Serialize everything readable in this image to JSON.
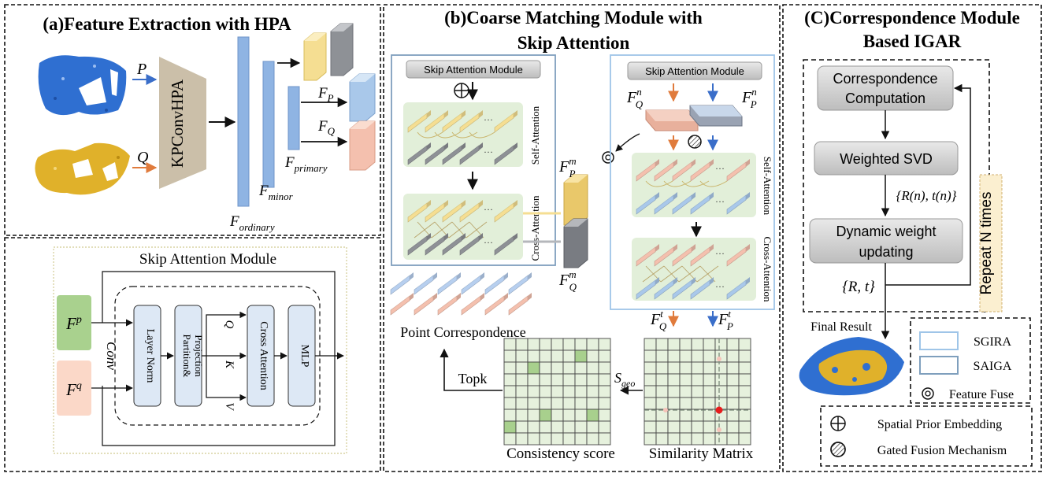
{
  "panel_a": {
    "title": "(a)Feature Extraction with HPA",
    "input_p": "P",
    "input_q": "Q",
    "backbone": "KPConvHPA",
    "f_ordinary": "F",
    "f_ordinary_sub": "ordinary",
    "f_minor": "F",
    "f_minor_sub": "minor",
    "f_primary": "F",
    "f_primary_sub": "primary",
    "fp": "F",
    "fp_sub": "P",
    "fq": "F",
    "fq_sub": "Q"
  },
  "skip_module": {
    "title": "Skip Attention Module",
    "fp": "F",
    "fp_sup": "p",
    "fq": "F",
    "fq_sup": "q",
    "conv": "Conv",
    "layer_norm": "Layer Norm",
    "partition": "Partition&",
    "projection": "Projection",
    "q": "Q",
    "k": "K",
    "v": "V",
    "cross_attention": "Cross Attention",
    "mlp": "MLP"
  },
  "panel_b": {
    "title_line1": "(b)Coarse Matching Module with",
    "title_line2": "Skip Attention",
    "skip_label_left": "Skip Attention Module",
    "skip_label_right": "Skip Attention Module",
    "self_attention": "Self-Attention",
    "cross_attention": "Cross-Attention",
    "fp_m": "F",
    "fp_m_sup": "m",
    "fp_m_sub": "P",
    "fq_m": "F",
    "fq_m_sup": "m",
    "fq_m_sub": "Q",
    "fq_n": "F",
    "fq_n_sup": "n",
    "fq_n_sub": "Q",
    "fp_n": "F",
    "fp_n_sup": "n",
    "fp_n_sub": "P",
    "fq_t": "F",
    "fq_t_sup": "t",
    "fq_t_sub": "Q",
    "fp_t": "F",
    "fp_t_sup": "t",
    "fp_t_sub": "P",
    "ellipsis": "···",
    "point_corr": "Point Correspondence",
    "topk": "Topk",
    "s_geo": "S",
    "s_geo_sub": "geo",
    "consistency": "Consistency score",
    "similarity": "Similarity Matrix"
  },
  "panel_c": {
    "title_line1": "(C)Correspondence Module",
    "title_line2": "Based IGAR",
    "corr_line1": "Correspondence",
    "corr_line2": "Computation",
    "weighted_svd": "Weighted SVD",
    "rn_tn": "{R(n), t(n)}",
    "dyn_line1": "Dynamic weight",
    "dyn_line2": "updating",
    "rt": "{R, t}",
    "repeat": "Repeat N times",
    "final_result": "Final Result"
  },
  "legend": {
    "sgira": "SGIRA",
    "saiga": "SAIGA",
    "feature_fuse": "Feature Fuse",
    "spatial_prior": "Spatial Prior Embedding",
    "gated_fusion": "Gated Fusion Mechanism"
  },
  "colors": {
    "blue_feature": "#8fb4e3",
    "yellow_feature": "#f5de92",
    "gray_feature": "#8e9196",
    "pink_feature": "#f4c0ae",
    "green_panel": "#e2efd9",
    "gray_box": "#c8c8c8",
    "point_blue": "#2f6fd1",
    "point_yellow": "#e0b12a",
    "matrix_green": "#e6f1dd",
    "matrix_dark": "#a8d08d",
    "red_dot": "#e81c1c"
  }
}
